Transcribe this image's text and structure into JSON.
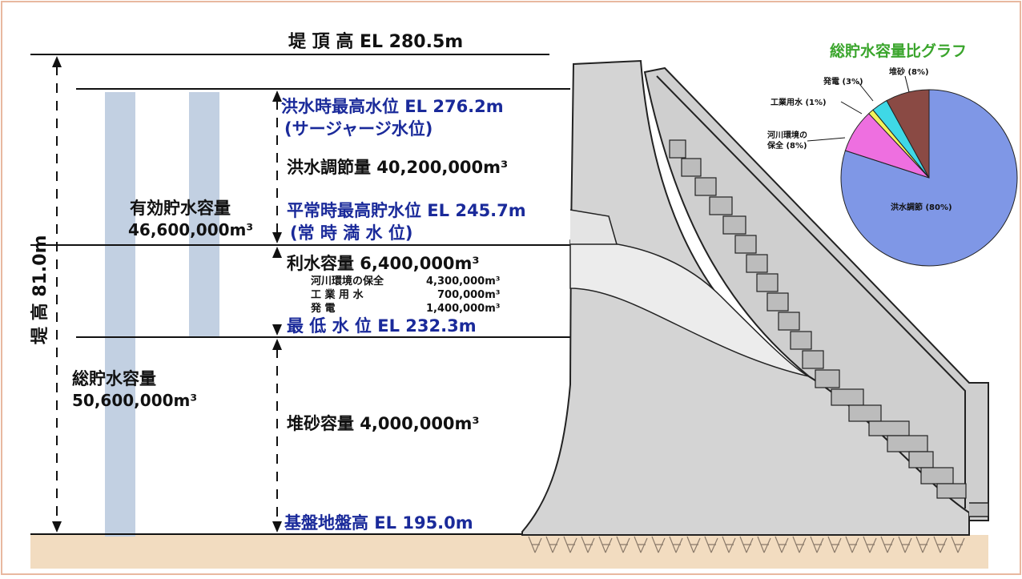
{
  "crest": "堤 頂 高 EL 280.5m",
  "height_label": "堤 高 81.0m",
  "levels": {
    "flood_max_1": "洪水時最高水位 EL 276.2m",
    "flood_max_2": "(サージャージ水位)",
    "normal_max_1": "平常時最高貯水位 EL 245.7m",
    "normal_max_2": "(常 時 満 水 位)",
    "min_level": "最 低 水 位 EL 232.3m",
    "foundation": "基盤地盤高 EL 195.0m"
  },
  "capacities": {
    "effective_label": "有効貯水容量",
    "effective_value": "46,600,000m³",
    "total_label": "総貯水容量",
    "total_value": "50,600,000m³",
    "flood_control": "洪水調節量 40,200,000m³",
    "water_use": "利水容量 6,400,000m³",
    "sediment": "堆砂容量 4,000,000m³"
  },
  "water_use_breakdown": [
    {
      "name": "河川環境の保全",
      "value": "4,300,000m³"
    },
    {
      "name": "工 業 用 水",
      "value": "700,000m³"
    },
    {
      "name": "発 電",
      "value": "1,400,000m³"
    }
  ],
  "pie": {
    "title": "総貯水容量比グラフ",
    "slices": [
      {
        "label": "洪水調節 (80%)",
        "value": 80,
        "color": "#7f97e6"
      },
      {
        "label": "河川環境の保全 (8%)",
        "value": 8,
        "color": "#ee6fe0"
      },
      {
        "label": "工業用水 (1%)",
        "value": 1,
        "color": "#f3f35a"
      },
      {
        "label": "発電 (3%)",
        "value": 3,
        "color": "#3fd8e6"
      },
      {
        "label": "堆砂 (8%)",
        "value": 8,
        "color": "#8a4a44"
      }
    ],
    "label_lines": {
      "env_1": "河川環境の",
      "env_2": "保全 (8%)"
    }
  },
  "colors": {
    "blue_text": "#1a2a9a",
    "title_green": "#3aa52c",
    "ground": "#f2dcc0",
    "dam": "#c8c8c8",
    "column": "#c2d0e2"
  }
}
